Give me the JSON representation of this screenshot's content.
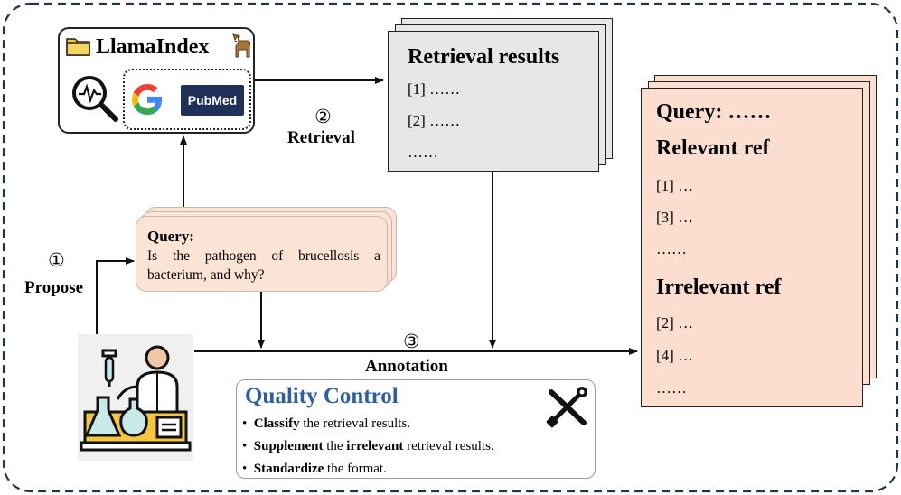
{
  "llamaindex": {
    "title": "LlamaIndex",
    "folder_icon": "folder-icon",
    "llama_icon": "llama-icon",
    "search_icon": "magnifier-pulse-icon",
    "google_icon": "google-logo",
    "pubmed_label": "PubMed"
  },
  "retrieval_results": {
    "title": "Retrieval results",
    "items": [
      "[1] ……",
      "[2] ……",
      "……"
    ]
  },
  "query_card": {
    "label": "Query:",
    "text": "Is the pathogen of brucellosis a bacterium, and why?"
  },
  "output_card": {
    "query": "Query: ……",
    "relevant_title": "Relevant ref",
    "relevant_items": [
      "[1] …",
      "[3] …",
      "……"
    ],
    "irrelevant_title": "Irrelevant ref",
    "irrelevant_items": [
      "[2] …",
      "[4] …",
      "……"
    ]
  },
  "steps": {
    "propose_num": "①",
    "propose_label": "Propose",
    "retrieval_num": "②",
    "retrieval_label": "Retrieval",
    "annotation_num": "③",
    "annotation_label": "Annotation"
  },
  "quality_control": {
    "title": "Quality Control",
    "tools_icon": "wrench-screwdriver-icon",
    "items": [
      {
        "bold": "Classify",
        "rest": " the retrieval results."
      },
      {
        "bold": "Supplement",
        "rest": " the ",
        "bold2": "irrelevant",
        "rest2": " retrieval results."
      },
      {
        "bold": "Standardize",
        "rest": " the format."
      }
    ]
  },
  "researcher_icon": "scientist-lab-icon",
  "colors": {
    "frame": "#1d3550",
    "qc_title": "#2e5e9e",
    "card_pink": "#fbded0",
    "card_grey": "#e6e6e6",
    "pubmed_bg": "#1f3158"
  }
}
